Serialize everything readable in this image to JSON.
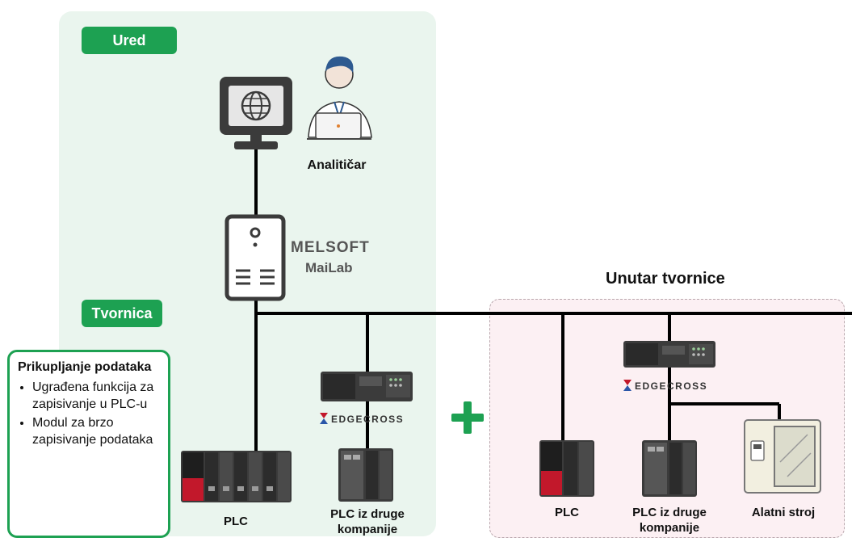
{
  "zones": {
    "office_label": "Ured",
    "factory_label": "Tvornica",
    "inside_factory_heading": "Unutar tvornice"
  },
  "office": {
    "analyst_label": "Analitičar",
    "software_name_line1": "MELSOFT",
    "software_name_line2": "MaiLab"
  },
  "data_collection": {
    "title": "Prikupljanje podataka",
    "items": [
      "Ugrađena funkcija za zapisivanje u PLC-u",
      "Modul za brzo zapisivanje podataka"
    ]
  },
  "devices": {
    "plc_left": "PLC",
    "other_plc_left": "PLC iz druge kompanije",
    "edgecross_left": "EDGECROSS",
    "plc_right": "PLC",
    "other_plc_right": "PLC iz druge kompanije",
    "edgecross_right": "EDGECROSS",
    "machine_tool": "Alatni stroj"
  },
  "plus_symbol": "+",
  "colors": {
    "green": "#1da152",
    "office_bg": "#eaf5ee",
    "factory_bg": "#fcf0f3",
    "plc_red": "#c2182b",
    "dark_device": "#3b3b3b"
  }
}
